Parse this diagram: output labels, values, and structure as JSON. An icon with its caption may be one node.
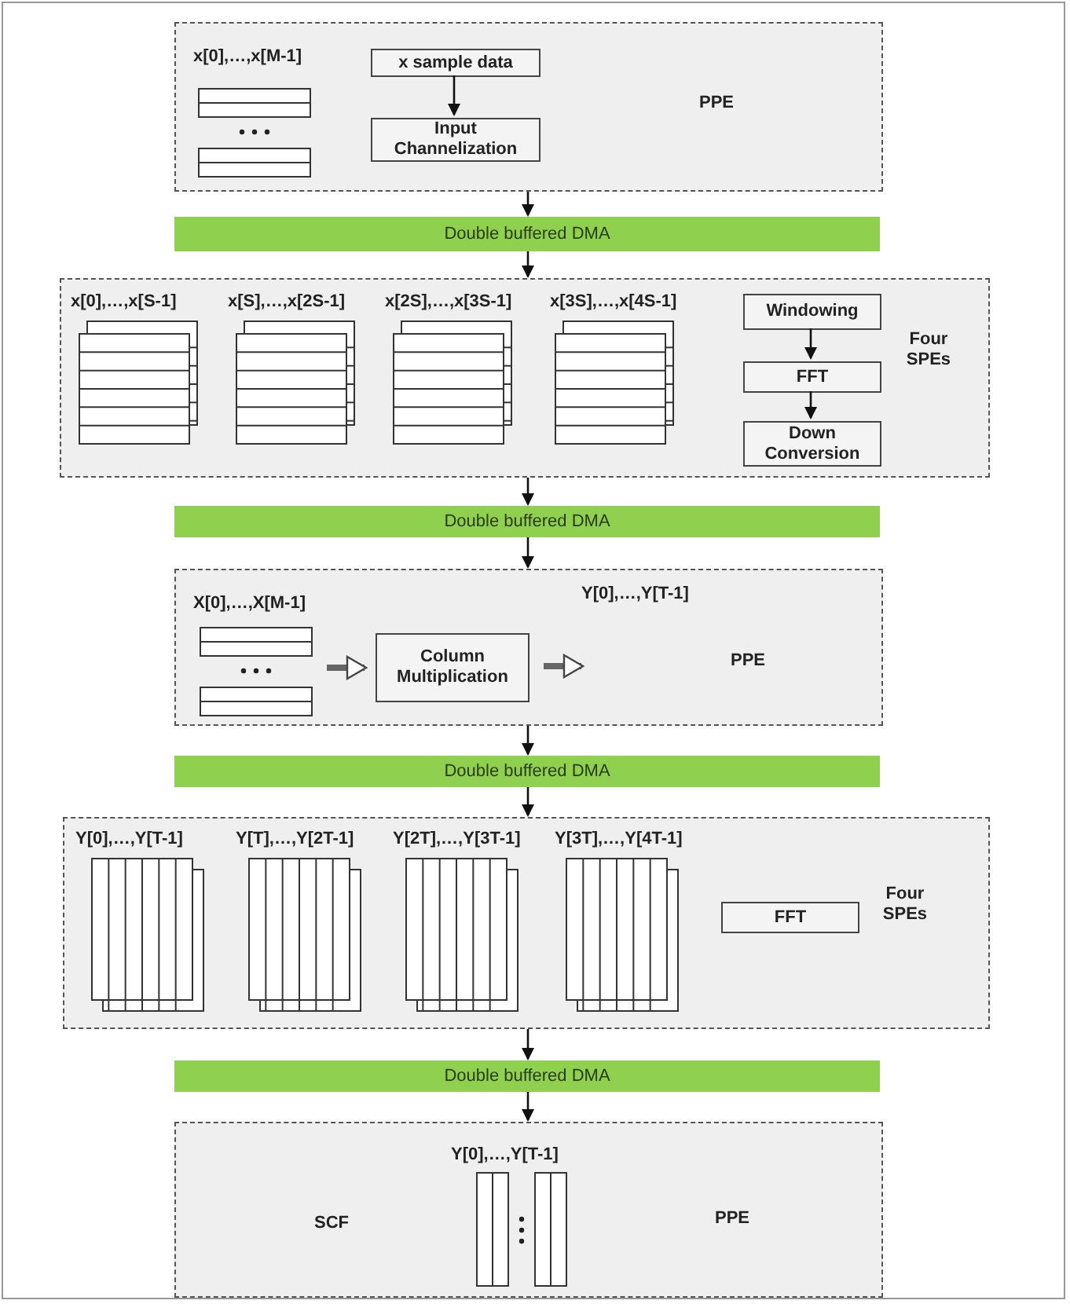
{
  "diagram": {
    "nodes": [
      {
        "text": [
          "PPE"
        ]
      },
      {
        "text": [
          "x sample data"
        ],
        "in": 0
      },
      {
        "text": [
          "Input Channelization"
        ],
        "in": 0
      },
      {
        "text": [
          "Double buffered DMA"
        ]
      },
      {
        "text": [
          "Four SPEs"
        ]
      },
      {
        "text": [
          "Windowing"
        ],
        "in": 4
      },
      {
        "text": [
          "FFT"
        ],
        "in": 4
      },
      {
        "text": [
          "Down Conversion"
        ],
        "in": 4
      },
      {
        "text": [
          "Double buffered DMA"
        ]
      },
      {
        "text": [
          "PPE"
        ]
      },
      {
        "text": [],
        "shape": "picture",
        "in": 9
      },
      {
        "text": [
          "Column Multiplication"
        ],
        "in": 9
      },
      {
        "text": [
          "Double buffered DMA"
        ]
      },
      {
        "text": [
          "Four SPEs"
        ]
      },
      {
        "text": [
          "FFT"
        ],
        "in": 13
      },
      {
        "text": [
          "Double buffered DMA"
        ]
      },
      {
        "text": [
          "SCF",
          "PPE"
        ]
      }
    ],
    "edges": [
      {
        "from": 1,
        "to": 2,
        "arrow": "to"
      },
      {
        "from": 0,
        "to": 3,
        "arrow": "to"
      },
      {
        "from": 3,
        "to": 4,
        "arrow": "to"
      },
      {
        "from": 5,
        "to": 6,
        "arrow": "to"
      },
      {
        "from": 6,
        "to": 7,
        "arrow": "to"
      },
      {
        "from": 4,
        "to": 8,
        "arrow": "to"
      },
      {
        "from": 8,
        "to": 9,
        "arrow": "to"
      },
      {
        "from": 10,
        "to": 11,
        "arrow": "to",
        "style": "thick",
        "color": "#666666"
      },
      {
        "from": 11,
        "to": null,
        "arrow": "to",
        "style": "thick",
        "color": "#666666"
      },
      {
        "from": 9,
        "to": 12,
        "arrow": "to"
      },
      {
        "from": 12,
        "to": 13,
        "arrow": "to"
      },
      {
        "from": 13,
        "to": 15,
        "arrow": "to"
      },
      {
        "from": 15,
        "to": 16,
        "arrow": "to"
      }
    ],
    "labels": [
      "x[0],…,x[M-1]",
      "x[0],…,x[S-1]",
      "x[S],…,x[2S-1]",
      "x[2S],…,x[3S-1]",
      "x[3S],…,x[4S-1]",
      "X[0],…,X[M-1]",
      "Y[0],…,Y[T-1]",
      "Y[0],…,Y[T-1]",
      "Y[T],…,Y[2T-1]",
      "Y[2T],…,Y[3T-1]",
      "Y[3T],…,Y[4T-1]",
      "Y[0],…,Y[T-1]"
    ]
  }
}
